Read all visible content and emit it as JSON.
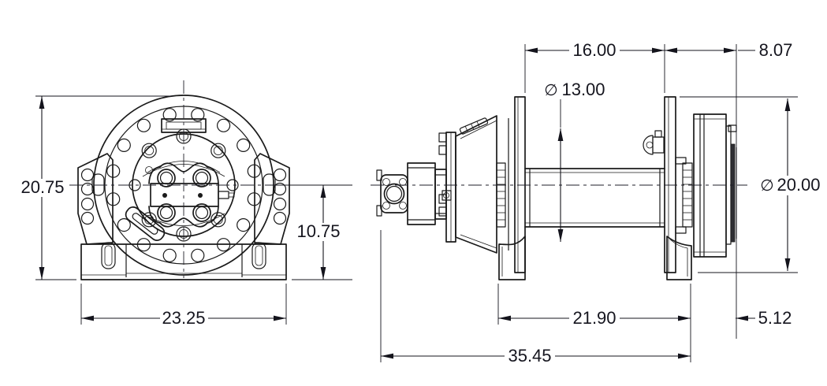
{
  "drawing": {
    "type": "engineering-dimension-drawing",
    "subject": "hydraulic winch, front (end) view and side view",
    "line_color": "#1a1a1a",
    "background": "#ffffff",
    "diameter_symbol": "∅",
    "dimensions": {
      "front_view": {
        "overall_height": "20.75",
        "base_width": "23.25",
        "centerline_to_base": "10.75"
      },
      "side_view": {
        "drum_length": "16.00",
        "drum_diameter_value": "13.00",
        "end_section_length": "8.07",
        "flange_diameter_value": "20.00",
        "mounting_length": "21.90",
        "end_overhang": "5.12",
        "overall_length": "35.45"
      }
    }
  }
}
